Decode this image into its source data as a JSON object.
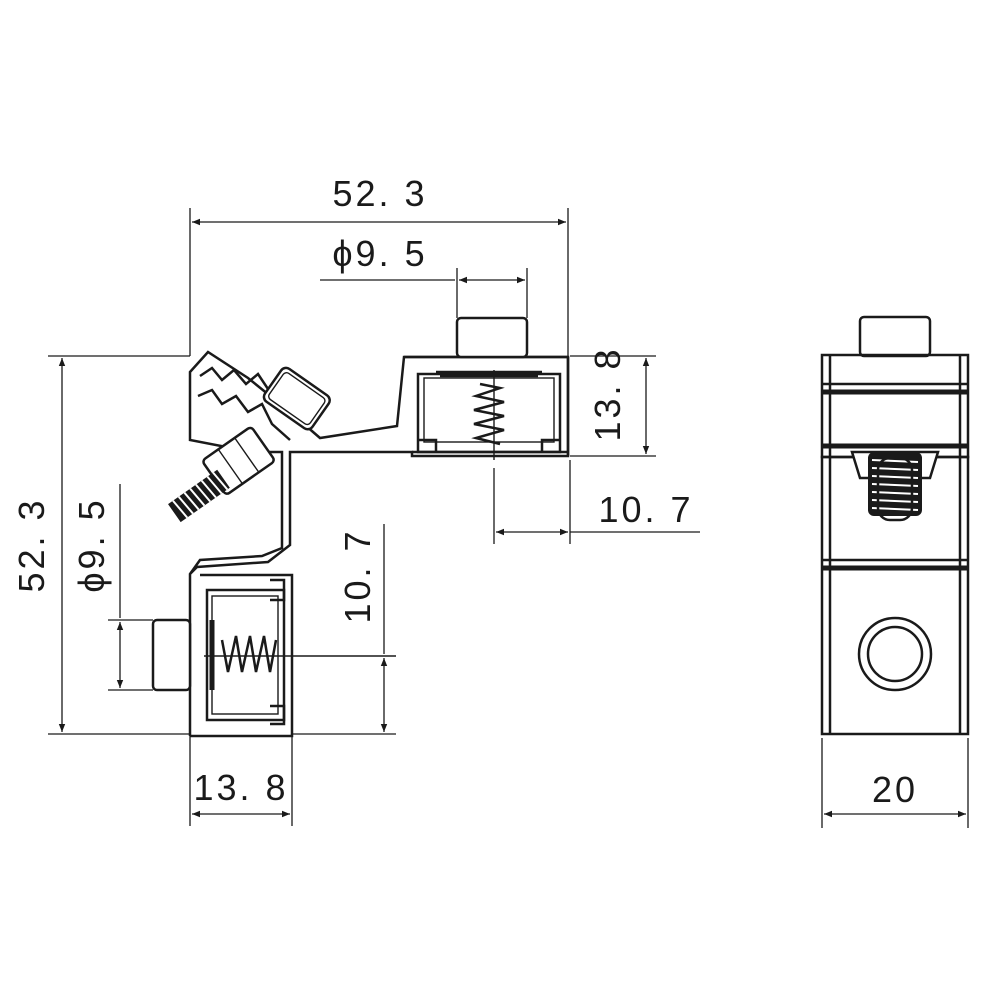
{
  "dimensions": {
    "top_width": "52. 3",
    "top_pin_dia": "ϕ9. 5",
    "right_height": "13. 8",
    "right_offset": "10. 7",
    "left_height": "52. 3",
    "left_pin_dia": "ϕ9. 5",
    "vertical_offset": "10. 7",
    "bottom_width": "13. 8",
    "side_width": "20"
  }
}
